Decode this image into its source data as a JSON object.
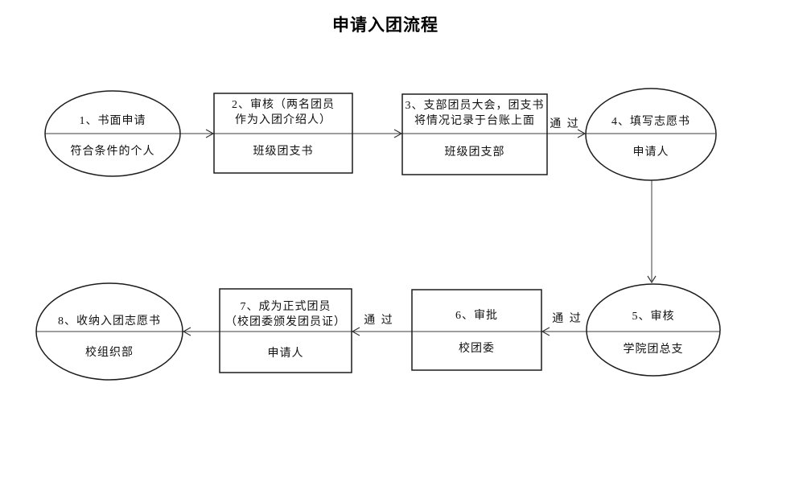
{
  "title": "申请入团流程",
  "nodes": [
    {
      "shape": "ellipse",
      "step": "1、书面申请",
      "step2": "",
      "actor": "符合条件的个人"
    },
    {
      "shape": "rect",
      "step": "2、审核（两名团员",
      "step2": "作为入团介绍人）",
      "actor": "班级团支书"
    },
    {
      "shape": "rect",
      "step": "3、支部团员大会，团支书",
      "step2": "将情况记录于台账上面",
      "actor": "班级团支部"
    },
    {
      "shape": "ellipse",
      "step": "4、填写志愿书",
      "step2": "",
      "actor": "申请人"
    },
    {
      "shape": "ellipse",
      "step": "5、审核",
      "step2": "",
      "actor": "学院团总支"
    },
    {
      "shape": "rect",
      "step": "6、审批",
      "step2": "",
      "actor": "校团委"
    },
    {
      "shape": "rect",
      "step": "7、成为正式团员",
      "step2": "（校团委颁发团员证）",
      "actor": "申请人"
    },
    {
      "shape": "ellipse",
      "step": "8、收纳入团志愿书",
      "step2": "",
      "actor": "校组织部"
    }
  ],
  "edge_labels": [
    {
      "text": "通 过"
    },
    {
      "text": "通 过"
    },
    {
      "text": "通 过"
    }
  ],
  "colors": {
    "background": "#ffffff",
    "shape_stroke": "#1c1c1c",
    "connector": "#3c3c3c",
    "text": "#111111"
  }
}
